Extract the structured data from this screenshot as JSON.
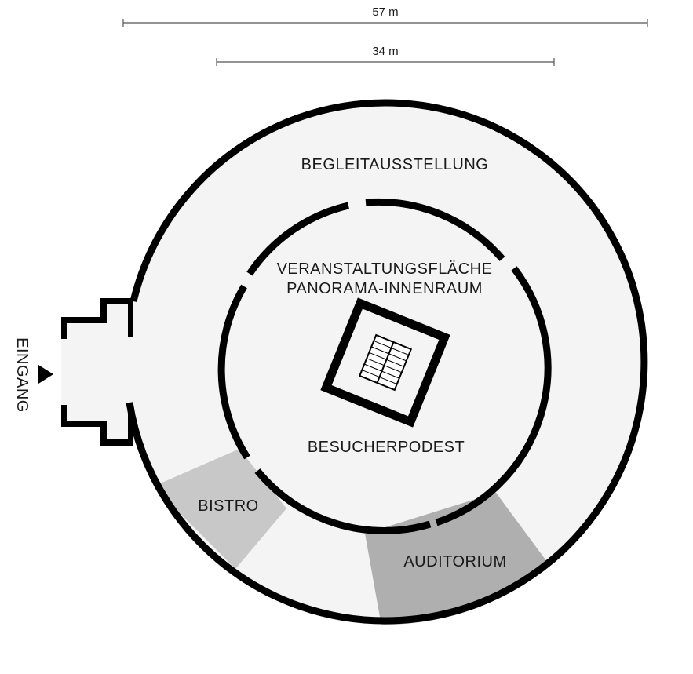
{
  "dimensions": {
    "outer": "57 m",
    "inner": "34 m"
  },
  "labels": {
    "exhibition": "BEGLEITAUSSTELLUNG",
    "event_line1": "VERANSTALTUNGSFLÄCHE",
    "event_line2": "PANORAMA-INNENRAUM",
    "platform": "BESUCHERPODEST",
    "bistro": "BISTRO",
    "auditorium": "AUDITORIUM",
    "entrance": "EINGANG"
  },
  "colors": {
    "wall": "#000000",
    "floor": "#f4f4f4",
    "bistro": "#c8c8c8",
    "auditorium": "#afafaf",
    "dim_line": "#555555",
    "text": "#1a1a1a"
  },
  "icons": {
    "entrance_marker": "triangle-right-icon",
    "stairs": "staircase-icon"
  }
}
